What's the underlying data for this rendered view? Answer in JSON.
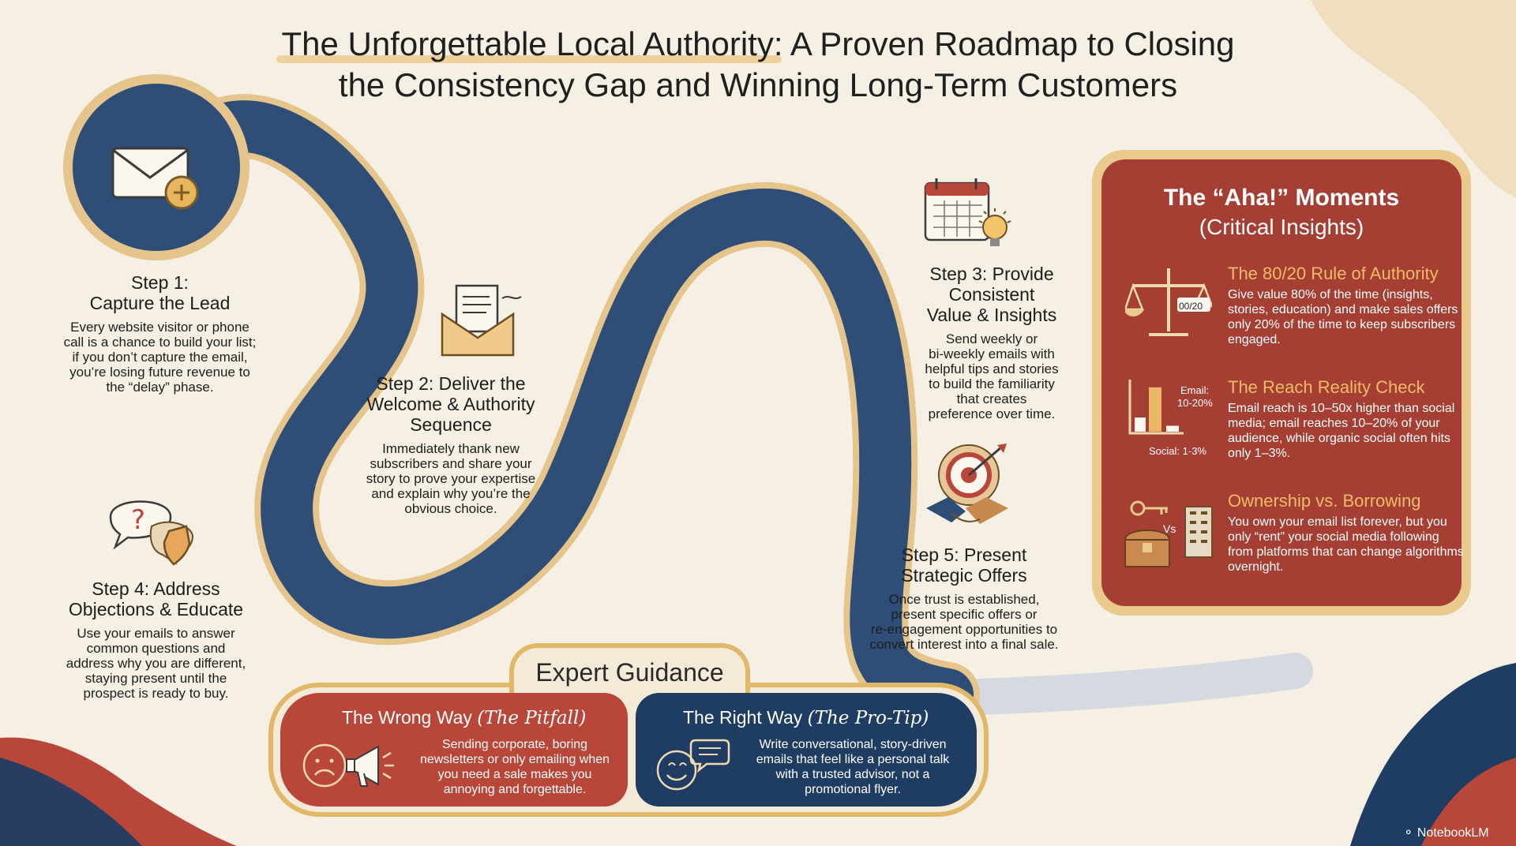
{
  "title": {
    "highlight": "The Unforgettable Local Authority",
    "rest_line1": ": A Proven Roadmap to Closing",
    "line2": "the Consistency Gap and Winning Long-Term Customers"
  },
  "steps": [
    {
      "title_lines": [
        "Step 1:",
        "Capture the Lead"
      ],
      "desc_lines": [
        "Every website visitor or phone",
        "call is a chance to build your list;",
        "if you don’t capture the email,",
        "you’re losing future revenue to",
        "the “delay” phase."
      ]
    },
    {
      "title_lines": [
        "Step 2: Deliver the",
        "Welcome & Authority",
        "Sequence"
      ],
      "desc_lines": [
        "Immediately thank new",
        "subscribers and share your",
        "story to prove your expertise",
        "and explain why you’re the",
        "obvious choice."
      ]
    },
    {
      "title_lines": [
        "Step 3: Provide",
        "Consistent",
        "Value & Insights"
      ],
      "desc_lines": [
        "Send weekly or",
        "bi-weekly emails with",
        "helpful tips and stories",
        "to build the familiarity",
        "that creates",
        "preference over time."
      ]
    },
    {
      "title_lines": [
        "Step 4: Address",
        "Objections & Educate"
      ],
      "desc_lines": [
        "Use your emails to answer",
        "common questions and",
        "address why you are different,",
        "staying present until the",
        "prospect is ready to buy."
      ]
    },
    {
      "title_lines": [
        "Step 5: Present",
        "Strategic Offers"
      ],
      "desc_lines": [
        "Once trust is established,",
        "present specific offers or",
        "re-engagement opportunities to",
        "convert interest into a final sale."
      ]
    }
  ],
  "aha": {
    "title": "The “Aha!” Moments",
    "subtitle": "(Critical Insights)",
    "insights": [
      {
        "heading": "The 80/20 Rule of Authority",
        "body": "Give value 80% of the time (insights, stories, education) and make sales offers only 20% of the time to keep subscribers engaged.",
        "icon": "balance-scale-icon",
        "icon_label": "00/20"
      },
      {
        "heading": "The Reach Reality Check",
        "body": "Email reach is 10–50x higher than social media; email reaches 10–20% of your audience, while organic social often hits only 1–3%.",
        "icon": "bar-chart-icon",
        "label_email_1": "Email:",
        "label_email_2": "10-20%",
        "label_social": "Social: 1-3%",
        "chart_values": {
          "email_pct": 15,
          "social_pct": 2
        }
      },
      {
        "heading": "Ownership vs. Borrowing",
        "body": "You own your email list forever, but you only “rent” your social media following from platforms that can change algorithms overnight.",
        "icon": "treasure-chest-vs-building-icon",
        "vs_label": "Vs"
      }
    ]
  },
  "guidance": {
    "title": "Expert Guidance",
    "wrong": {
      "label": "The Wrong Way ",
      "label_italic": "(The Pitfall)",
      "desc_lines": [
        "Sending corporate, boring",
        "newsletters or only emailing when",
        "you need a sale makes you",
        "annoying and forgettable."
      ]
    },
    "right": {
      "label": "The Right Way ",
      "label_italic": "(The Pro-Tip)",
      "desc_lines": [
        "Write conversational, story-driven",
        "emails that feel like a personal talk",
        "with a trusted advisor, not a",
        "promotional flyer."
      ]
    }
  },
  "brand": "NotebookLM",
  "colors": {
    "background": "#f6efe3",
    "road": "#2e4e78",
    "gold": "#e1b867",
    "red": "#a53f34",
    "navy": "#1f3d63",
    "accent": "#f4bb67"
  }
}
